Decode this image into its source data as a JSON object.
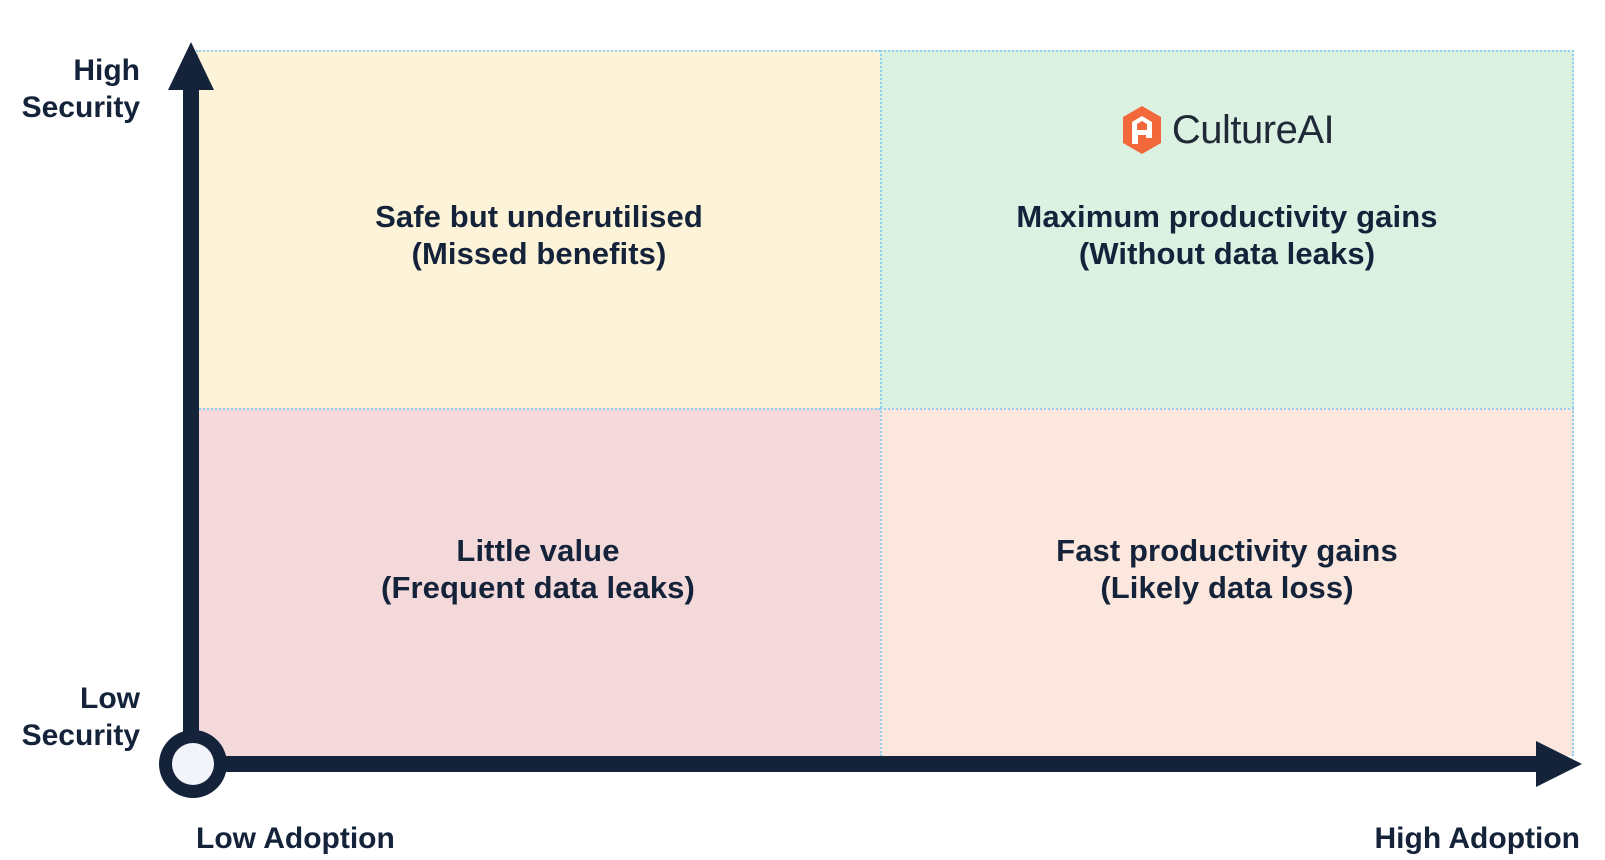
{
  "axes": {
    "y_high": [
      "High",
      "Security"
    ],
    "y_low": [
      "Low",
      "Security"
    ],
    "x_low": "Low Adoption",
    "x_high": "High Adoption"
  },
  "quadrants": {
    "top_left": {
      "line1": "Safe but underutilised",
      "line2": "(Missed benefits)"
    },
    "top_right": {
      "line1": "Maximum productivity gains",
      "line2": "(Without data leaks)"
    },
    "bottom_left": {
      "line1": "Little value",
      "line2": "(Frequent data leaks)"
    },
    "bottom_right": {
      "line1": "Fast productivity gains",
      "line2": "(Likely data loss)"
    }
  },
  "brand": {
    "name": "CultureAI",
    "icon": "culture-ai-hexagon-logo",
    "color": "#f2683a"
  },
  "colors": {
    "top_left": "#fdf3d8",
    "top_right": "#dbf2e3",
    "bottom_left": "#f4d9da",
    "bottom_right": "#fbe7dd",
    "axis": "#14233a",
    "grid_border": "#8fd0ee"
  }
}
